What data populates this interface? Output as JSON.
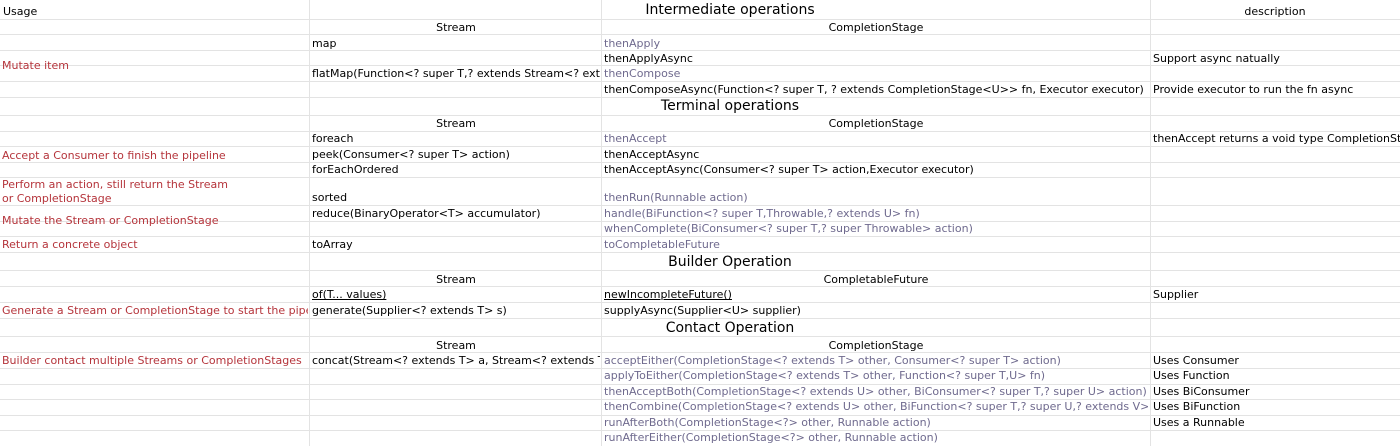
{
  "headers": {
    "usage": "Usage",
    "description": "description"
  },
  "sections": {
    "intermediate": "Intermediate operations",
    "terminal": "Terminal operations",
    "builder": "Builder Operation",
    "contact": "Contact Operation"
  },
  "column_headers": {
    "stream": "Stream",
    "completion_stage": "CompletionStage",
    "completable_future": "CompletableFuture"
  },
  "usage": {
    "mutate_item": "Mutate item",
    "accept_consumer": "Accept a Consumer to finish the pipeline",
    "perform_action": "Perform an action, still return the Stream or CompletionStage",
    "mutate_stream": "Mutate the Stream or CompletionStage",
    "return_object": "Return a concrete object",
    "generate_stream": "Generate a Stream or CompletionStage to start the pipeline",
    "builder_contact": "Builder contact multiple Streams or CompletionStages"
  },
  "intermediate_rows": [
    {
      "stream": "map",
      "stage": "thenApply",
      "desc": ""
    },
    {
      "stream": "",
      "stage": "thenApplyAsync",
      "desc": "Support async natually"
    },
    {
      "stream": "flatMap(Function<? super T,? extends Stream<? extends R>> mapper)",
      "stage": "thenCompose",
      "desc": ""
    },
    {
      "stream": "",
      "stage": "thenComposeAsync(Function<? super T, ? extends CompletionStage<U>> fn, Executor executor)",
      "desc": "Provide executor to run the fn async"
    }
  ],
  "terminal_rows": [
    {
      "stream": "foreach",
      "stage": "thenAccept",
      "desc": "thenAccept returns a void type CompletionStage"
    },
    {
      "stream": " peek(Consumer<? super T> action)",
      "stage": "thenAcceptAsync",
      "desc": ""
    },
    {
      "stream": "forEachOrdered",
      "stage": "thenAcceptAsync(Consumer<? super T> action,Executor executor)",
      "desc": ""
    },
    {
      "stream": "sorted",
      "stage": "thenRun(Runnable action)",
      "desc": ""
    },
    {
      "stream": " reduce(BinaryOperator<T> accumulator)",
      "stage": "handle(BiFunction<? super T,Throwable,? extends U> fn)",
      "desc": ""
    },
    {
      "stream": "",
      "stage": "whenComplete(BiConsumer<? super T,? super Throwable> action)",
      "desc": ""
    },
    {
      "stream": " toArray",
      "stage": "toCompletableFuture",
      "desc": ""
    }
  ],
  "builder_rows": [
    {
      "stream": "of(T... values)",
      "stage": "newIncompleteFuture()",
      "desc": "Supplier"
    },
    {
      "stream": "generate(Supplier<? extends T> s)",
      "stage": "supplyAsync(Supplier<U> supplier)",
      "desc": ""
    }
  ],
  "contact_rows": [
    {
      "stream": "concat(Stream<? extends T> a, Stream<? extends T> b)",
      "stage": "acceptEither(CompletionStage<? extends T> other, Consumer<? super T> action)",
      "desc": "Uses Consumer"
    },
    {
      "stream": "",
      "stage": "applyToEither(CompletionStage<? extends T> other, Function<? super T,U> fn)",
      "desc": "Uses Function"
    },
    {
      "stream": "",
      "stage": "thenAcceptBoth(CompletionStage<? extends U> other, BiConsumer<? super T,? super U> action)",
      "desc": "Uses BiConsumer"
    },
    {
      "stream": "",
      "stage": "thenCombine(CompletionStage<? extends U> other, BiFunction<? super T,? super U,? extends V> fn)",
      "desc": "Uses BiFunction"
    },
    {
      "stream": "",
      "stage": "runAfterBoth(CompletionStage<?> other, Runnable action)",
      "desc": "Uses a Runnable"
    },
    {
      "stream": "",
      "stage": "runAfterEither(CompletionStage<?> other, Runnable action)",
      "desc": ""
    }
  ]
}
